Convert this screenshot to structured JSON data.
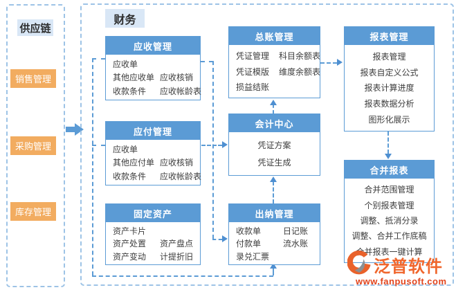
{
  "supply_chain_panel": {
    "title": "供应链",
    "items": [
      {
        "label": "销售管理"
      },
      {
        "label": "采购管理"
      },
      {
        "label": "库存管理"
      }
    ]
  },
  "finance_panel": {
    "title": "财务",
    "boxes": {
      "receivables": {
        "title": "应收管理",
        "rows": [
          [
            "应收单"
          ],
          [
            "其他应收单",
            "应收核销"
          ],
          [
            "收款条件",
            "应收帐龄表"
          ]
        ]
      },
      "payables": {
        "title": "应付管理",
        "rows": [
          [
            "应收单"
          ],
          [
            "其他应付单",
            "应收核销"
          ],
          [
            "收款条件",
            "应收帐龄表"
          ]
        ]
      },
      "fixed_assets": {
        "title": "固定资产",
        "rows": [
          [
            "资产卡片"
          ],
          [
            "资产处置",
            "资产盘点"
          ],
          [
            "资产变动",
            "计提折旧"
          ]
        ]
      },
      "general_ledger": {
        "title": "总账管理",
        "rows": [
          [
            "凭证管理",
            "科目余额表"
          ],
          [
            "凭证模版",
            "维度余额表"
          ],
          [
            "损益结账"
          ]
        ]
      },
      "accounting_center": {
        "title": "会计中心",
        "rows": [
          [
            "凭证方案"
          ],
          [
            "凭证生成"
          ]
        ]
      },
      "cashier": {
        "title": "出纳管理",
        "rows": [
          [
            "收款单",
            "日记账"
          ],
          [
            "付款单",
            "流水账"
          ],
          [
            "录兑汇票"
          ]
        ]
      },
      "reports": {
        "title": "报表管理",
        "rows": [
          [
            "报表管理"
          ],
          [
            "报表自定义公式"
          ],
          [
            "报表计算进度"
          ],
          [
            "报表数据分析"
          ],
          [
            "图形化展示"
          ]
        ]
      },
      "consolidated": {
        "title": "合并报表",
        "rows": [
          [
            "合并范围管理"
          ],
          [
            "个别报表管理"
          ],
          [
            "调整、抵消分录"
          ],
          [
            "调整、合并工作底稿"
          ],
          [
            "合并报表一键计算"
          ]
        ]
      }
    }
  },
  "logo": {
    "name": "泛普软件",
    "url": "www.fanpusoft.com"
  },
  "colors": {
    "header_blue": "#5B9BD5",
    "light_blue_chip": "#D9E7F6",
    "orange_chip": "#F2AC60",
    "dashed_border": "#9DC3E6",
    "connector_blue": "#5B9BD5",
    "logo_orange": "#F0662C",
    "logo_red": "#E2441C"
  }
}
